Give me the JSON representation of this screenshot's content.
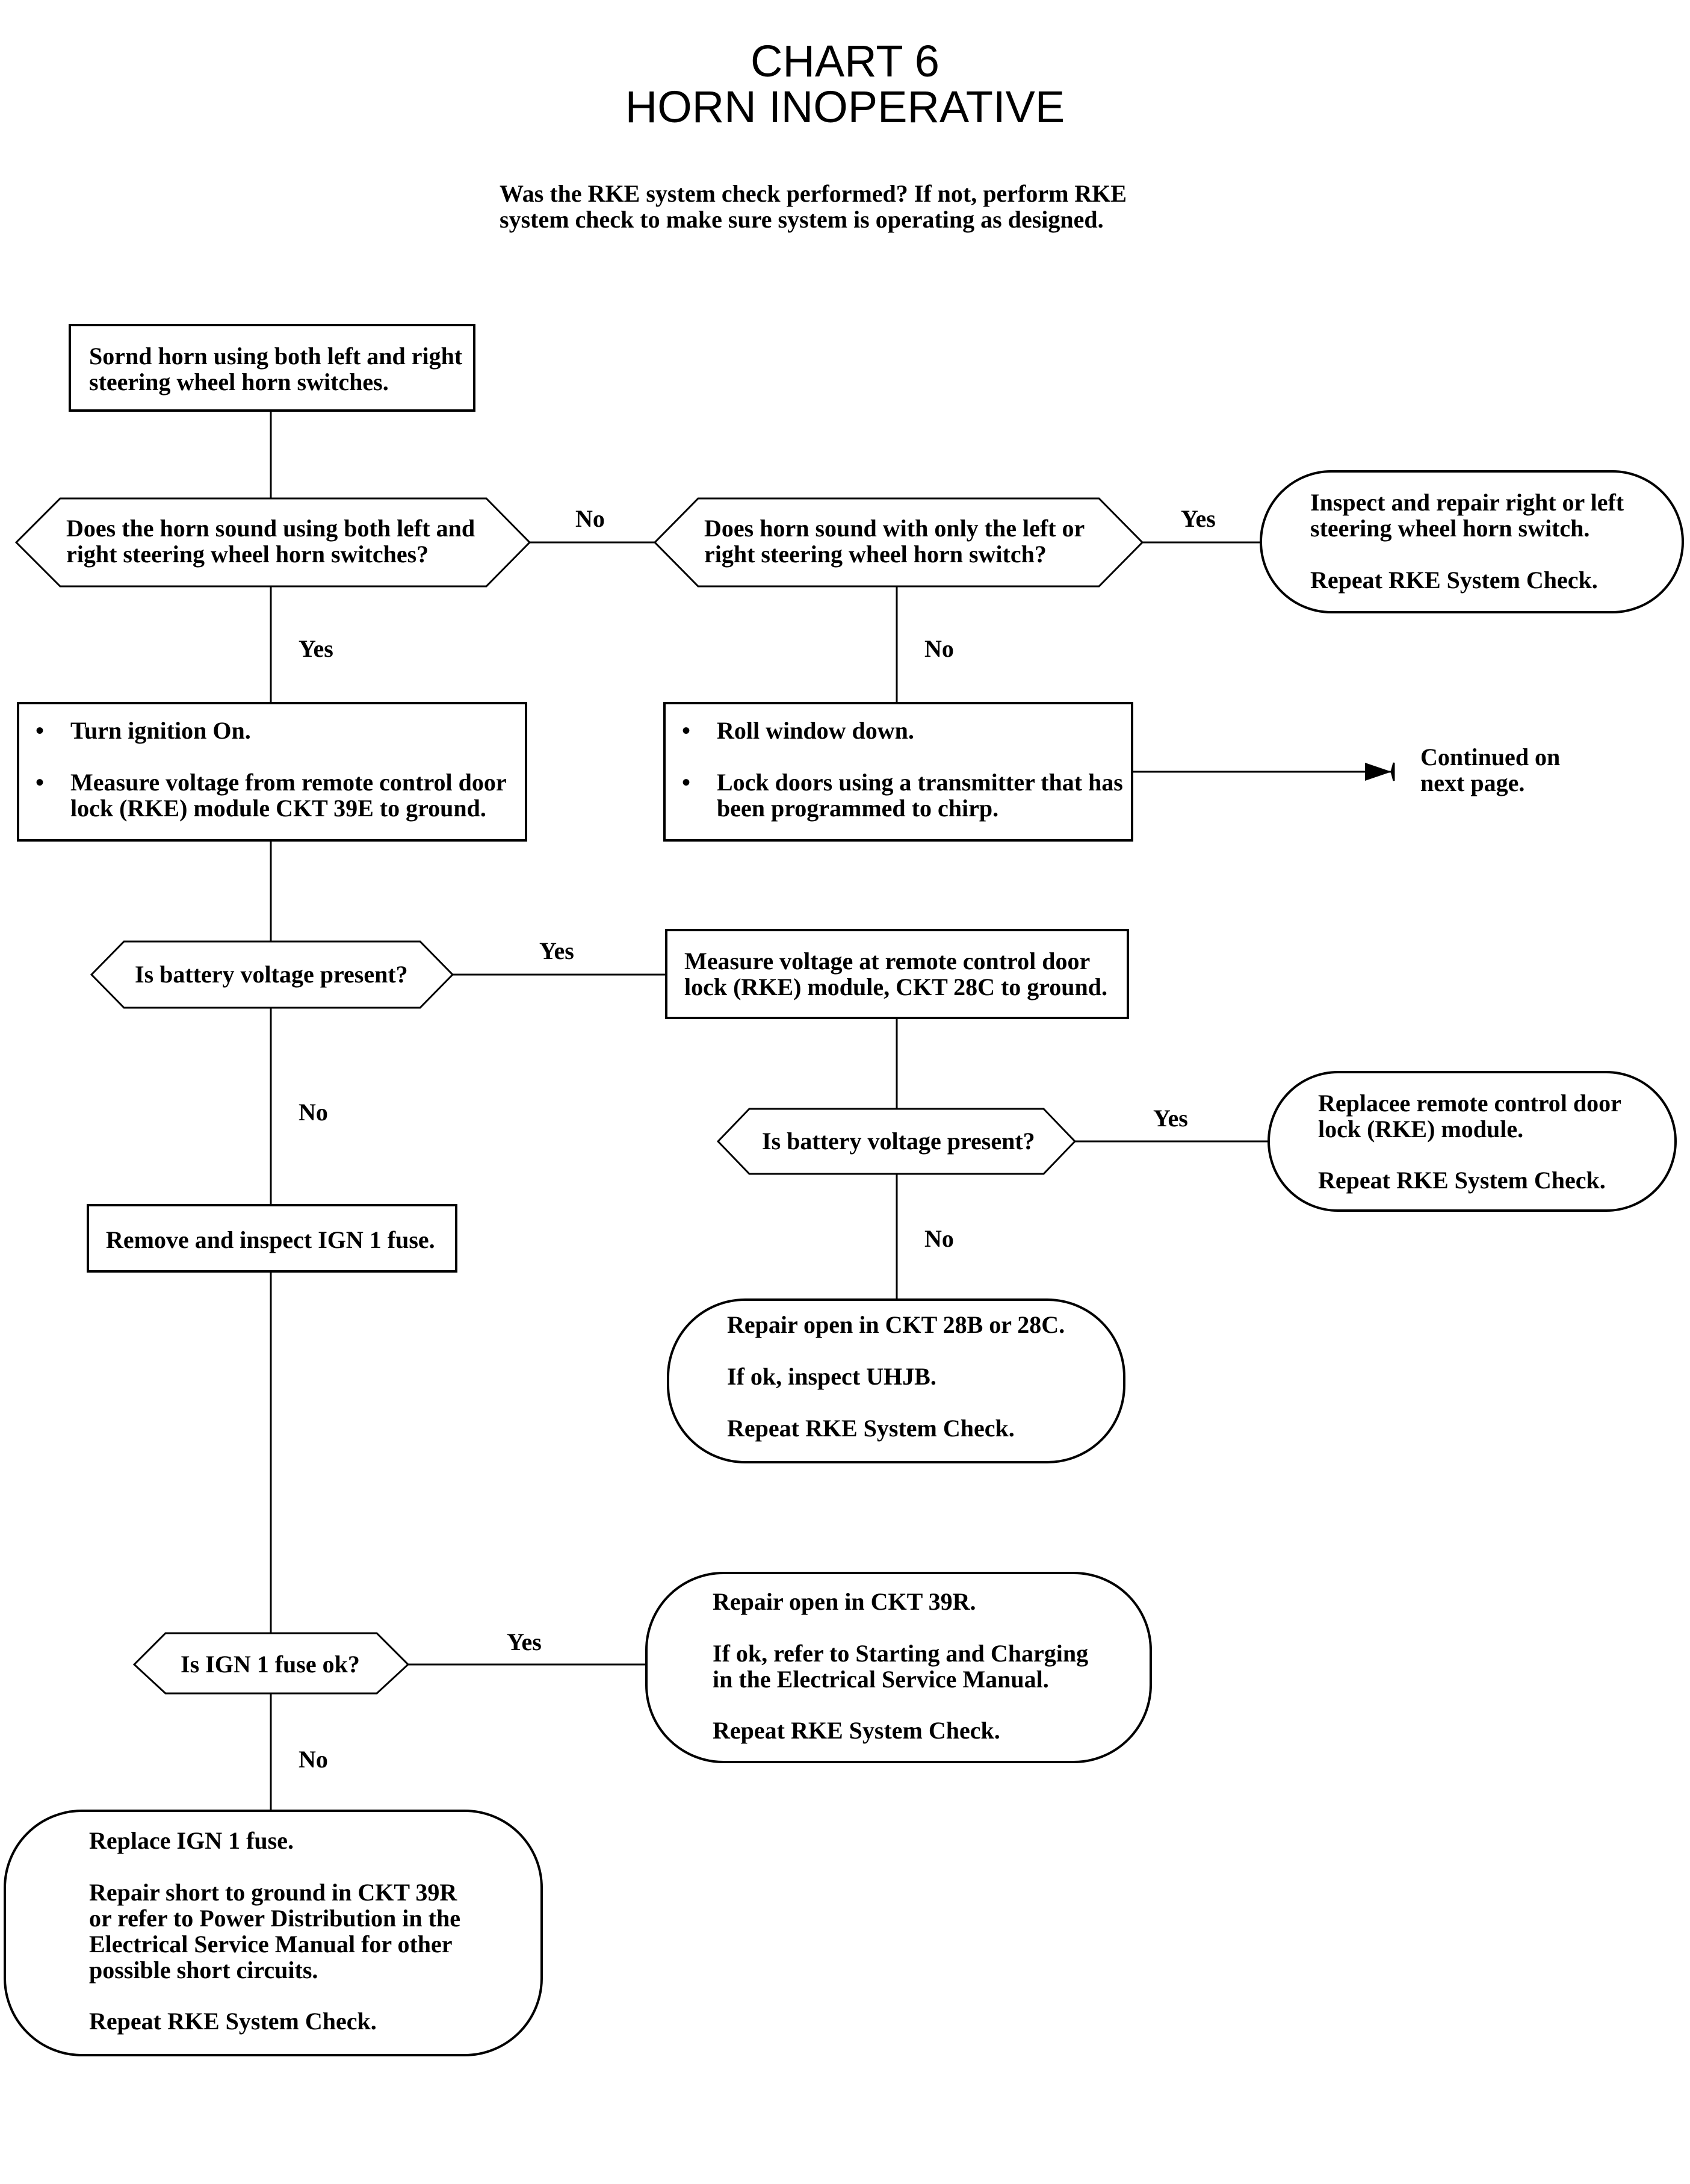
{
  "header": {
    "title": "CHART 6",
    "subtitle": "HORN INOPERATIVE",
    "intro": "Was the RKE system check performed? If not, perform RKE\nsystem check to make sure system is operating as designed."
  },
  "steps": {
    "sound_horn": "Sornd horn using both left and right\nsteering wheel horn switches.",
    "q_both_switches": "Does the horn sound using both left and\nright steering wheel horn switches?",
    "q_one_switch": "Does horn sound with only the left or\nright steering wheel horn switch?",
    "repair_switch": {
      "line1": "Inspect and repair right or left\nsteering wheel horn switch.",
      "line2": "Repeat RKE System Check."
    },
    "ignition_steps": [
      "Turn ignition On.",
      "Measure voltage from remote control door\nlock (RKE) module CKT 39E to ground."
    ],
    "window_steps": [
      "Roll window down.",
      "Lock doors using a transmitter that has\nbeen programmed to chirp."
    ],
    "continued": "Continued on\nnext page.",
    "q_battery_1": "Is battery voltage present?",
    "measure_28c": "Measure voltage at remote control door\nlock (RKE) module, CKT 28C to ground.",
    "q_battery_2": "Is battery voltage present?",
    "replace_module": {
      "line1": "Replacee remote control door\nlock (RKE) module.",
      "line2": "Repeat RKE System Check."
    },
    "inspect_fuse": "Remove and inspect IGN 1 fuse.",
    "repair_28": {
      "line1": "Repair open in CKT 28B or 28C.",
      "line2": "If ok, inspect UHJB.",
      "line3": "Repeat RKE System Check."
    },
    "q_fuse": "Is IGN 1 fuse ok?",
    "repair_39r": {
      "line1": "Repair open in CKT 39R.",
      "line2": "If ok, refer to Starting and Charging\nin the Electrical Service Manual.",
      "line3": "Repeat RKE System Check."
    },
    "replace_fuse": {
      "line1": "Replace IGN 1 fuse.",
      "line2": "Repair short to ground in CKT 39R\nor refer to Power Distribution in the\nElectrical Service Manual for other\npossible short circuits.",
      "line3": "Repeat RKE System Check."
    }
  },
  "labels": {
    "yes": "Yes",
    "no": "No"
  }
}
